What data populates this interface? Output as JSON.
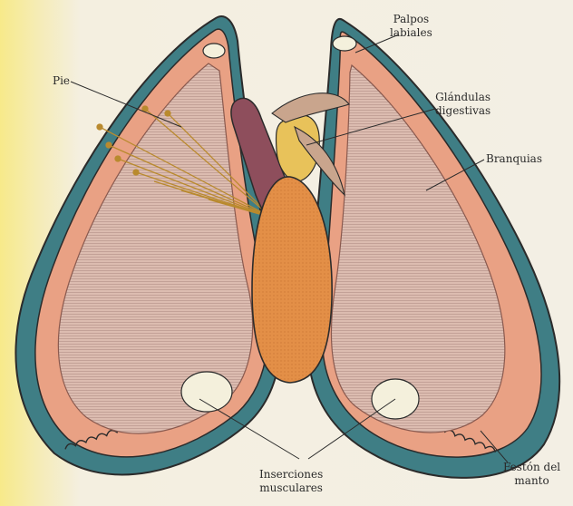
{
  "labels": {
    "pie": "Pie",
    "palpos_1": "Palpos",
    "palpos_2": "labiales",
    "glandulas_1": "Glándulas",
    "glandulas_2": "digestivas",
    "branquias": "Branquias",
    "inserciones_1": "Inserciones",
    "inserciones_2": "musculares",
    "feston_1": "Festón del",
    "feston_2": "manto"
  },
  "colors": {
    "background": "#f3efe4",
    "shell_outer": "#3f7e85",
    "mantle": "#e9a184",
    "gill": "#d9b9ad",
    "foot": "#e28d45",
    "muscle_scar": "#f4f0dc",
    "outline": "#2b2b2b"
  }
}
